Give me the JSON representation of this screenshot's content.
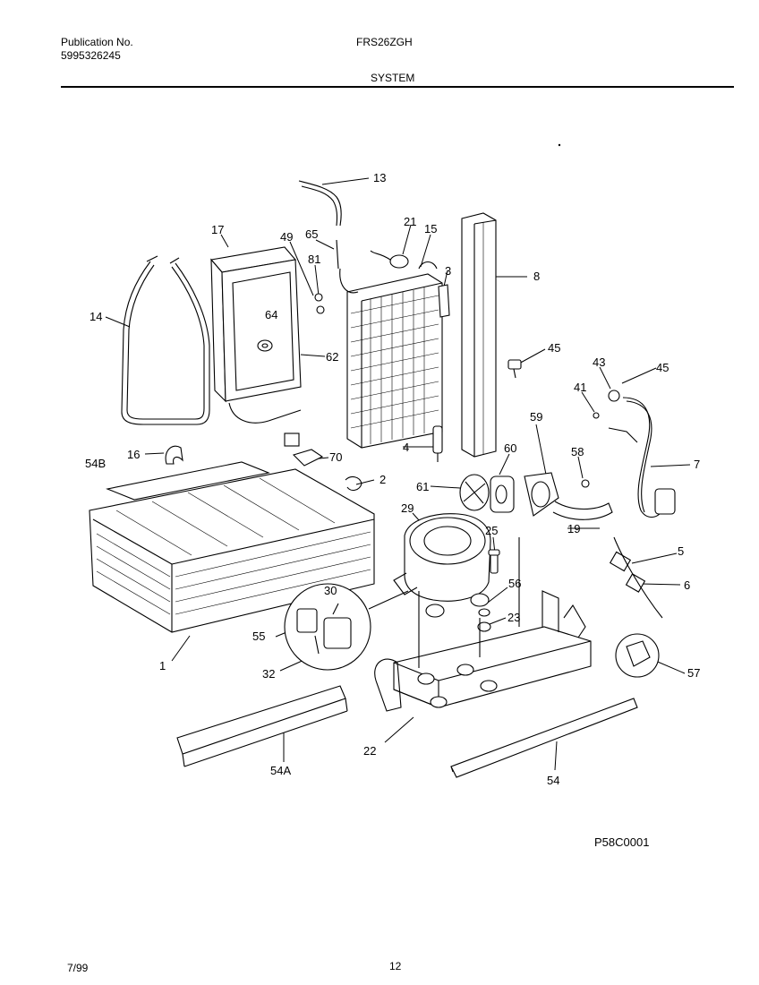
{
  "header": {
    "pub_label": "Publication No.",
    "pub_number": "5995326245",
    "model": "FRS26ZGH",
    "section": "SYSTEM"
  },
  "diagram": {
    "callouts": [
      "13",
      "17",
      "49",
      "65",
      "21",
      "15",
      "3",
      "8",
      "81",
      "14",
      "64",
      "62",
      "45",
      "43",
      "45",
      "41",
      "59",
      "60",
      "58",
      "16",
      "4",
      "70",
      "54B",
      "2",
      "61",
      "7",
      "29",
      "25",
      "19",
      "30",
      "56",
      "5",
      "6",
      "23",
      "55",
      "1",
      "32",
      "57",
      "22",
      "54A",
      "54"
    ],
    "figure_code": "P58C0001"
  },
  "footer": {
    "date": "7/99",
    "page": "12"
  }
}
